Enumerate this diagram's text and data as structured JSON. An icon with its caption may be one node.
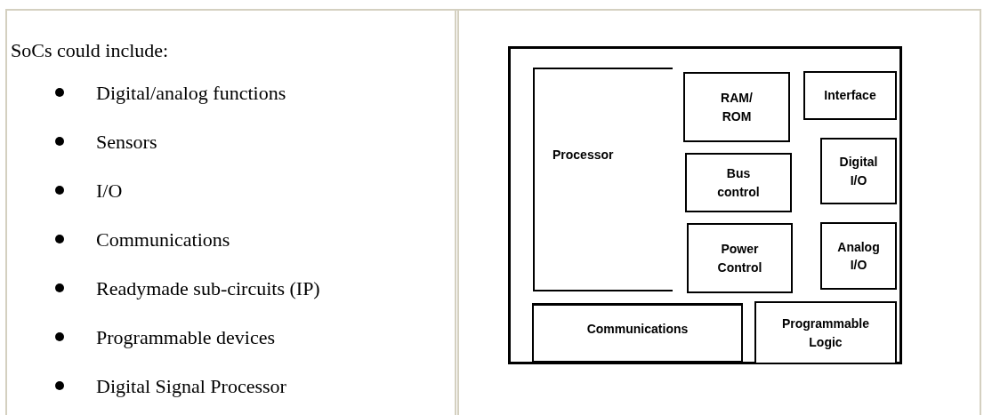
{
  "diagram": {
    "nodes": [
      {
        "text": [],
        "shape": "box"
      },
      {
        "text": [
          "Processor"
        ],
        "in": 0
      },
      {
        "text": [
          "RAM/ ROM"
        ],
        "in": 0
      },
      {
        "text": [
          "Interface"
        ],
        "in": 0
      },
      {
        "text": [
          "Bus control"
        ],
        "in": 0
      },
      {
        "text": [
          "Digital I/O"
        ],
        "in": 0
      },
      {
        "text": [
          "Power Control"
        ],
        "in": 0
      },
      {
        "text": [
          "Analog I/O"
        ],
        "in": 0
      },
      {
        "text": [
          "Communications"
        ],
        "in": 0
      },
      {
        "text": [
          "Programmable Logic"
        ],
        "in": 0
      }
    ],
    "edges": [],
    "labels": [
      "SoCs could include:",
      "Digital/analog functions",
      "Sensors",
      "I/O",
      "Communications",
      "Readymade sub-circuits (IP)",
      "Programmable devices",
      "Digital Signal Processor"
    ]
  }
}
